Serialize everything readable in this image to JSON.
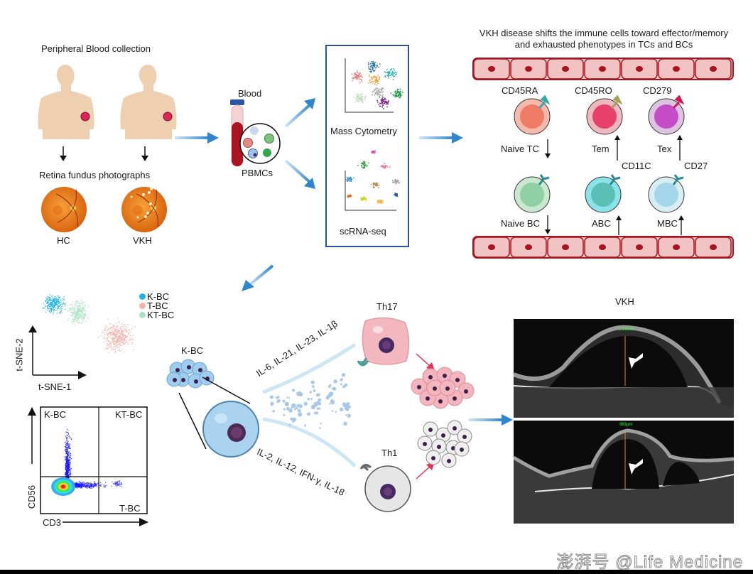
{
  "left_panel": {
    "title": "Peripheral Blood collection",
    "fundus_title": "Retina fundus photographs",
    "groups": [
      {
        "label": "HC"
      },
      {
        "label": "VKH"
      }
    ]
  },
  "blood": {
    "label": "Blood",
    "pbmc_label": "PBMCs"
  },
  "methods": {
    "mass_cytometry": "Mass Cytometry",
    "scrna": "scRNA-seq"
  },
  "phenotype_panel": {
    "title_line1": "VKH disease shifts the immune cells toward effector/memory",
    "title_line2": "and exhausted phenotypes in TCs and BCs",
    "t_cells": [
      {
        "marker": "CD45RA",
        "name": "Naive TC",
        "direction": "down"
      },
      {
        "marker": "CD45RO",
        "name": "Tem",
        "direction": "up"
      },
      {
        "marker": "CD279",
        "name": "Tex",
        "direction": "up"
      }
    ],
    "b_cells": [
      {
        "marker": "",
        "name": "Naive BC",
        "direction": "down"
      },
      {
        "marker": "CD11C",
        "name": "ABC",
        "direction": "up"
      },
      {
        "marker": "CD27",
        "name": "MBC",
        "direction": "up"
      }
    ]
  },
  "tsne": {
    "legend": [
      {
        "label": "K-BC",
        "color": "#1fb4e8"
      },
      {
        "label": "T-BC",
        "color": "#f2b3ad"
      },
      {
        "label": "KT-BC",
        "color": "#a9e3c4"
      }
    ],
    "xlabel": "t-SNE-1",
    "ylabel": "t-SNE-2"
  },
  "flow": {
    "quadrants": {
      "top_left": "K-BC",
      "top_right": "KT-BC",
      "bottom_right": "T-BC"
    },
    "xlabel": "CD3",
    "ylabel": "CD56"
  },
  "mechanism": {
    "kbc_label": "K-BC",
    "th17_label": "Th17",
    "th1_label": "Th1",
    "th17_cytokines": "IL-6, IL-21, IL-23, IL-1β",
    "th1_cytokines": "IL-2, IL-12, IFN-γ, IL-18"
  },
  "oct": {
    "title": "VKH",
    "images": [
      {
        "measure": "1.23mm"
      },
      {
        "measure": "983μm"
      }
    ]
  },
  "watermark": "澎湃号 @Life Medicine",
  "colors": {
    "arrow_blue": "#3a8fd0",
    "box_blue": "#2c4f9e",
    "vessel_red": "#a8141e",
    "vessel_fill": "#f4c9c9"
  }
}
